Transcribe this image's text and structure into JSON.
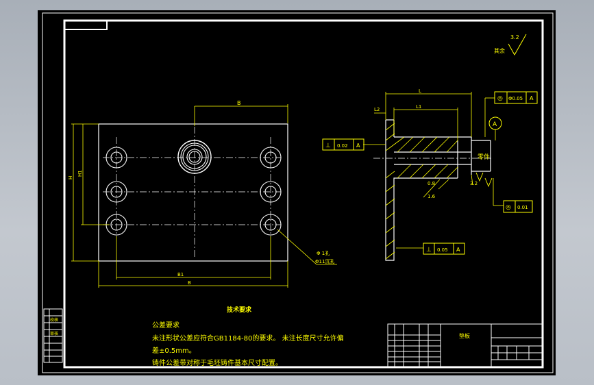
{
  "drawing": {
    "title_block": {
      "part_name": "垫板",
      "left_strip": [
        "",
        "校核",
        "",
        "审核",
        "",
        "",
        "",
        ""
      ]
    },
    "technical_requirements": {
      "heading": "技术要求",
      "lines": [
        "公差要求",
        "未注形状公差应符合GB1184-80的要求。  未注长度尺寸允许偏",
        "差±0.5mm。",
        "铸件公差带对称于毛坯铸件基本尺寸配置。"
      ]
    },
    "dimensions": {
      "top_width": "B",
      "left_height": "H",
      "left_mid": "H1",
      "hole_spec_1": "Φ 1孔",
      "hole_spec_2": "Φ11沉孔",
      "bottom_inner": "B1",
      "bottom_outer": "B",
      "side_top": "L",
      "side_inner": "L1",
      "side_left": "L2"
    },
    "gdt": {
      "frame_top_right": [
        "◎",
        "Φ0.05",
        "A"
      ],
      "frame_left": [
        "⊥",
        "0.02",
        "A"
      ],
      "frame_bottom": [
        "⊥",
        "0.05",
        "A"
      ],
      "frame_right": [
        "◎",
        "0.01"
      ],
      "datum_label": "A",
      "roughness_1": "0.8",
      "roughness_2": "1.6",
      "roughness_3": "3.2"
    },
    "surface_finish": {
      "value": "3.2",
      "prefix": "其余"
    },
    "annotation_part": "零件"
  }
}
